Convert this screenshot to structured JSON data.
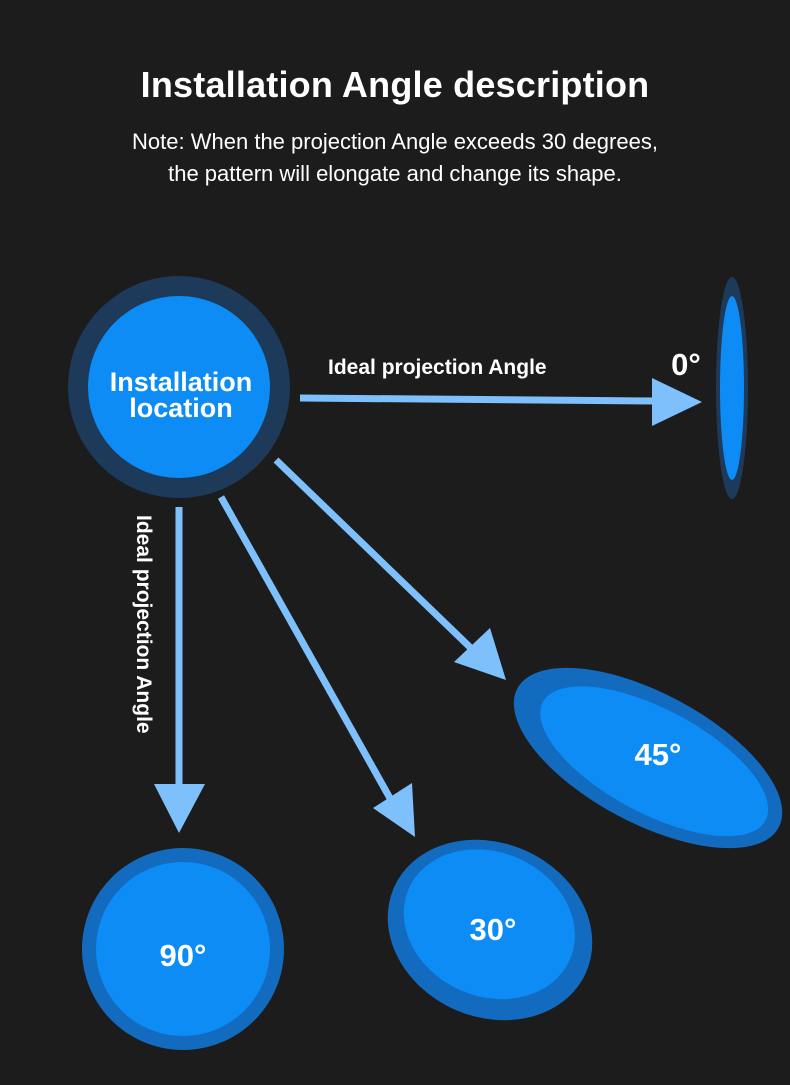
{
  "header": {
    "title": "Installation Angle description",
    "note_line1": "Note: When the projection Angle exceeds 30 degrees,",
    "note_line2": "the pattern will elongate and change its shape."
  },
  "source": {
    "label_line1": "Installation",
    "label_line2": "location"
  },
  "arrows": {
    "horizontal_label": "Ideal projection Angle",
    "vertical_label": "Ideal projection Angle"
  },
  "patterns": {
    "angle_0": "0°",
    "angle_30": "30°",
    "angle_45": "45°",
    "angle_90": "90°"
  },
  "colors": {
    "background": "#1c1c1d",
    "shape_fill": "#0d8cf6",
    "shape_ring": "#136bc0",
    "source_ring": "#1d3a5b",
    "arrow": "#7ec0fb",
    "text": "#ffffff"
  }
}
